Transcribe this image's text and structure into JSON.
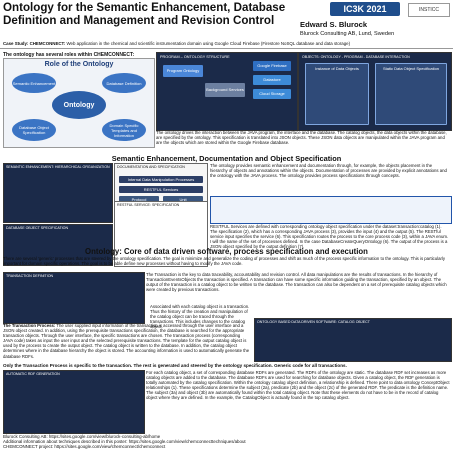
{
  "title": "Ontology for the Semantic Enhancement, Database Definition and Management and Revision Control",
  "case_study": {
    "label": "Case Study: CHEMCONNECT:",
    "text": "Web application in the chemical and scientific instrumentation domain using Google Cloud Firebase (Firestore NoSQL database and data storage)"
  },
  "author": "Edward S. Blurock",
  "affiliation": "Blurock Consulting AB, Lund, Sweden",
  "logo_text": "IC3K 2021",
  "logo2_text": "INSTICC",
  "section1": {
    "heading": "The ontology has several roles within CHEMCONNECT:",
    "diagram_title": "Role of the Ontology",
    "center": "Ontology",
    "nodes": [
      "Semantic Enhancement",
      "Database Definition",
      "Database Object Specification",
      "Domain Specific Templates and Information"
    ]
  },
  "program_panel": {
    "title": "PROGRAM – ONTOLOGY STRUCTURE",
    "items": [
      "Program Ontology",
      "Background Services",
      "Google Firebase",
      "Datastore",
      "Cloud Storage"
    ]
  },
  "object_panel": {
    "title": "OBJECTS: ONTOLOGY - PROGRAM - DATABASE INTERACTION",
    "items": [
      "Instance of Data Objects",
      "Static Data Object Specification"
    ]
  },
  "drives_text": "The ontology drives the interaction between the JAVA program, the interface and the database. The catalog objects, the data objects within the database, are specified by the ontology. This specification is translated into JSON objects. These JSON data objects are manipulated within the JAVA program and are the objects which are stored within the Google Firebase database.",
  "section2_heading": "Semantic Enhancement, Documentation and  Object Specification",
  "semantic_panel": {
    "title": "SEMANTIC ENHANCEMENT: HIERARCHICAL ORGANIZATION"
  },
  "doc_panel": {
    "title": "DOCUMENTATION AND SPECIFICATION",
    "items": [
      "Internal Data Manipulation Processes",
      "RESTFUL Services",
      "Protocol",
      "Unit"
    ]
  },
  "semantic_text": "The ontology provides semantic enhancement and documentation through, for example, the objects placement in the hierarchy of objects and annotations within the objects. Documentation of processes are provided by explicit annotations and the ontology with the JAVA process. The ontology provides process specifications through concepts.",
  "restful_panel": {
    "title": "RESTFUL SERVICE: SPECIFICATION"
  },
  "datamodel_panel": {
    "title": "DATABASE OBJECT SPECIFICATION"
  },
  "restful_text": "RESTFUL Services are defined with corresponding ontology object specification under the dataset:transaction:catalog (1). The specification (2), which has a corresponding JAVA process (3), provides the input (4) and the output (5). The RESTful service input specifies the service (6). This specification routes the process to the core process code (3), within a JAVA enum. I will the name of the set of processes defined. In the case DatabaseCreateQueryOntology (6). The output of the process is a JSON object specified by the output definition (7).",
  "section3_heading": "Ontology: Core of data driven software, process specification and execution",
  "process_text": "There are several 'generic' processes that are steered by the ontology specification. The goal is minimize and generalize the coding of processes and shift as much of the process specific information to the ontology. This is particularly important for domain specific operations. The goal is to be able define new processes without having to modify the JAVA code.",
  "transaction_panel": {
    "title": "TRANSACTION DEFINITION"
  },
  "transaction_text": "The Transaction is the key to data traceability, accountability and revision control. All data manipulations are the results of transactions. In the hierarchy of TransactionEventsObjects the transaction is specified. A transaction can have some specific information guiding the transaction, specified by an object. The output of the transaction is a catalog object to be written to the database. The transaction can also be dependent on a set of prerequisite catalog objects which were created by previous transactions.",
  "catalog_note": "Associated with each catalog object is a transaction. Thus the history of the creation and manipulation of the catalog object can be traced through the transactions. This includes changes to the catalog object.",
  "catalog_panel": {
    "title": "ONTOLOGY BASED DATA DRIVEN SOFTWARE: CATALOG OBJECT"
  },
  "transaction_process": {
    "label": "The Transaction Process:",
    "text": "The user supplied input information of the transaction is accessed through the user interface and a JSON object created. In addition, using the prerequisite transactions specification, the database is searched for the appropriate transaction objects. Through the user interface, the specific transactions are chosen. The transaction process (corresponding JAVA code) takes as input the user input and the selected prerequisite transactions. The template for the output catalog object is used by the process to create the output object. The catalog object is written to the database. In addition, the catalog object determines where in the database hierarchy the object is stored. The accounting information is used to automatically generate the database RDFs."
  },
  "only_transaction": "Only the Transaction Process is specific to the transaction. The rest is generated and steered by the ontology specification. Generic code for all transactions.",
  "automatic_panel": {
    "title": "AUTOMATIC RDF GENERATION"
  },
  "rdf_text": "For each catalog object, a set of corresponding database RDFs are generated. The RDFs of the ontology are static. The database RDF set increases as more catalog objects are added to the database. The database RDFs are used for searching for database objects. Given a catalog object, the RDF generation is totally automated by the catalog specification. Within the ontology catalog object definition, a relationship is defined. There point to data ontology ConceptObject relationships (1). These specifications determine the subject (2a), predicate (2b) and the object (2c) of the generated RDF. The predicate is the definition name. The subject (3a) and object (3b) are automatically found within the total catalog object. Note that these elements do not have to be in the record of catalog object where they are defined. In the example, the CatalogObject is actually found in the top catalog object.",
  "footer": [
    "Blurock Consulting AB: https://sites.google.com/view/blurock-consulting-ab/home",
    "Additional information about techniques described in this poster: https://sites.google.com/view/chemconnecttechniques/about",
    "CHEMCONNECT project: https://sites.google.com/view/chemconnect/chemconnect"
  ]
}
